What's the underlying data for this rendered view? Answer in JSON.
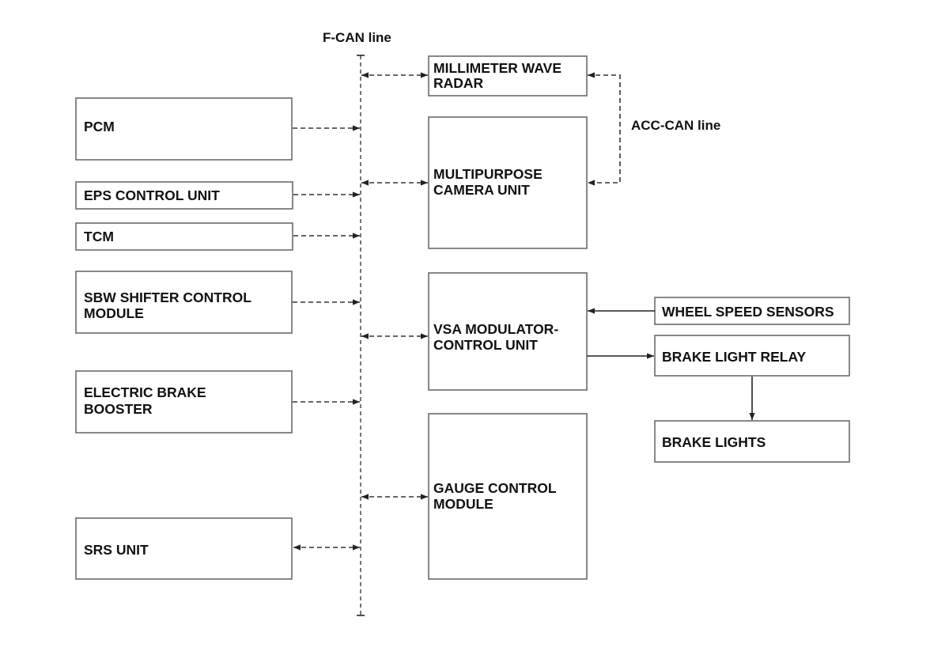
{
  "diagram": {
    "bus_label": "F-CAN line",
    "acc_label": "ACC-CAN line",
    "boxes": {
      "pcm": [
        "PCM"
      ],
      "eps": [
        "EPS CONTROL UNIT"
      ],
      "tcm": [
        "TCM"
      ],
      "sbw": [
        "SBW SHIFTER CONTROL",
        "MODULE"
      ],
      "ebb": [
        "ELECTRIC BRAKE",
        "BOOSTER"
      ],
      "srs": [
        "SRS UNIT"
      ],
      "radar": [
        "MILLIMETER WAVE",
        "RADAR"
      ],
      "camera": [
        "MULTIPURPOSE",
        "CAMERA UNIT"
      ],
      "vsa": [
        "VSA MODULATOR-",
        "CONTROL UNIT"
      ],
      "gauge": [
        "GAUGE CONTROL",
        "MODULE"
      ],
      "wss": [
        "WHEEL SPEED SENSORS"
      ],
      "relay": [
        "BRAKE LIGHT RELAY"
      ],
      "lights": [
        "BRAKE LIGHTS"
      ]
    }
  }
}
